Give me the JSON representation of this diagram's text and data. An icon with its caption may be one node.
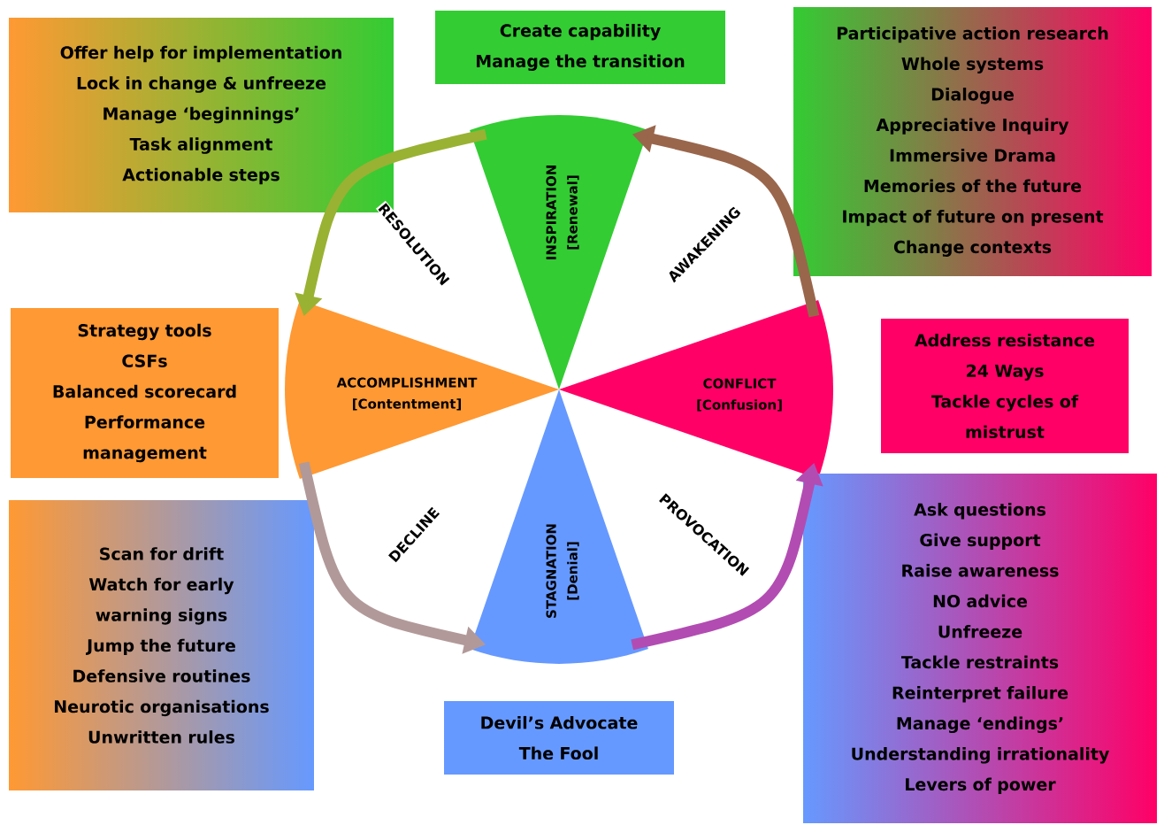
{
  "diagram": {
    "nodes": [
      {
        "text": [
          "Offer help for implementation",
          "Lock in change & unfreeze",
          "Manage ‘beginnings’",
          "Task alignment",
          "Actionable steps"
        ]
      },
      {
        "text": [
          "Create capability",
          "Manage the transition"
        ]
      },
      {
        "text": [
          "Participative action research",
          "Whole systems",
          "Dialogue",
          "Appreciative Inquiry",
          "Immersive Drama",
          "Memories of the future",
          "Impact of future on present",
          "Change contexts"
        ]
      },
      {
        "text": [
          "INSPIRATION",
          "[Renewal]"
        ]
      },
      {
        "text": [
          "Strategy tools",
          "CSFs",
          "Balanced scorecard",
          "Performance management"
        ]
      },
      {
        "text": [
          "ACCOMPLISHMENT",
          "[Contentment]"
        ]
      },
      {
        "text": [
          "CONFLICT",
          "[Confusion]"
        ]
      },
      {
        "text": [
          "Address resistance",
          "24 Ways",
          "Tackle cycles of mistrust"
        ]
      },
      {
        "text": [
          "Scan for drift",
          "Watch for early warning signs",
          "Jump the future",
          "Defensive routines",
          "Neurotic organisations",
          "Unwritten rules"
        ]
      },
      {
        "text": [
          "STAGNATION",
          "[Denial]"
        ]
      },
      {
        "text": [
          "Ask questions",
          "Give support",
          "Raise awareness",
          "NO advice",
          "Unfreeze",
          "Tackle restraints",
          "Reinterpret failure",
          "Manage ‘endings’",
          "Understanding irrationality",
          "Levers of power"
        ]
      },
      {
        "text": [
          "Devil’s Advocate",
          "The Fool"
        ]
      }
    ],
    "edges": [
      {
        "from": 3,
        "to": 5,
        "arrow": "to",
        "label": "RESOLUTION",
        "color": "#99b233"
      },
      {
        "from": 5,
        "to": 9,
        "arrow": "to",
        "label": "DECLINE",
        "color": "#b29999"
      },
      {
        "from": 9,
        "to": 6,
        "arrow": "to",
        "label": "PROVOCATION",
        "color": "#b24cb2"
      },
      {
        "from": 6,
        "to": 3,
        "arrow": "to",
        "label": "AWAKENING",
        "color": "#99664c"
      }
    ]
  }
}
